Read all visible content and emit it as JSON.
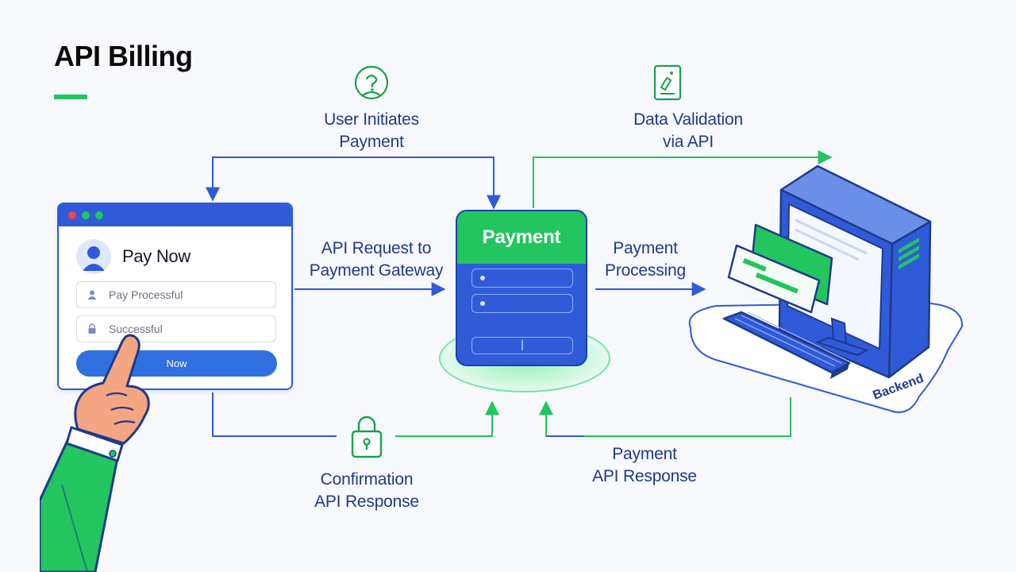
{
  "title": "API Billing",
  "labels": {
    "user_initiates": "User Initiates\nPayment",
    "data_validation": "Data Validation\nvia API",
    "api_request": "API Request to\nPayment Gateway",
    "payment_processing": "Payment\nProcessing",
    "confirmation": "Confirmation\nAPI Response",
    "payment_response": "Payment\nAPI Response"
  },
  "form": {
    "title": "Pay Now",
    "field1_value": "Pay Processful",
    "field2_value": "Successful",
    "button_label": "Now"
  },
  "gateway": {
    "title": "Payment"
  },
  "backend": {
    "label": "Backend"
  },
  "colors": {
    "primary_blue": "#2f5bd8",
    "accent_green": "#22c55e",
    "label_text": "#1e3a8a"
  },
  "icons": [
    "help-circle-icon",
    "validation-document-icon",
    "lock-icon",
    "user-avatar-icon",
    "user-icon",
    "lock-small-icon",
    "pointing-hand-icon",
    "backend-computer-icon"
  ]
}
